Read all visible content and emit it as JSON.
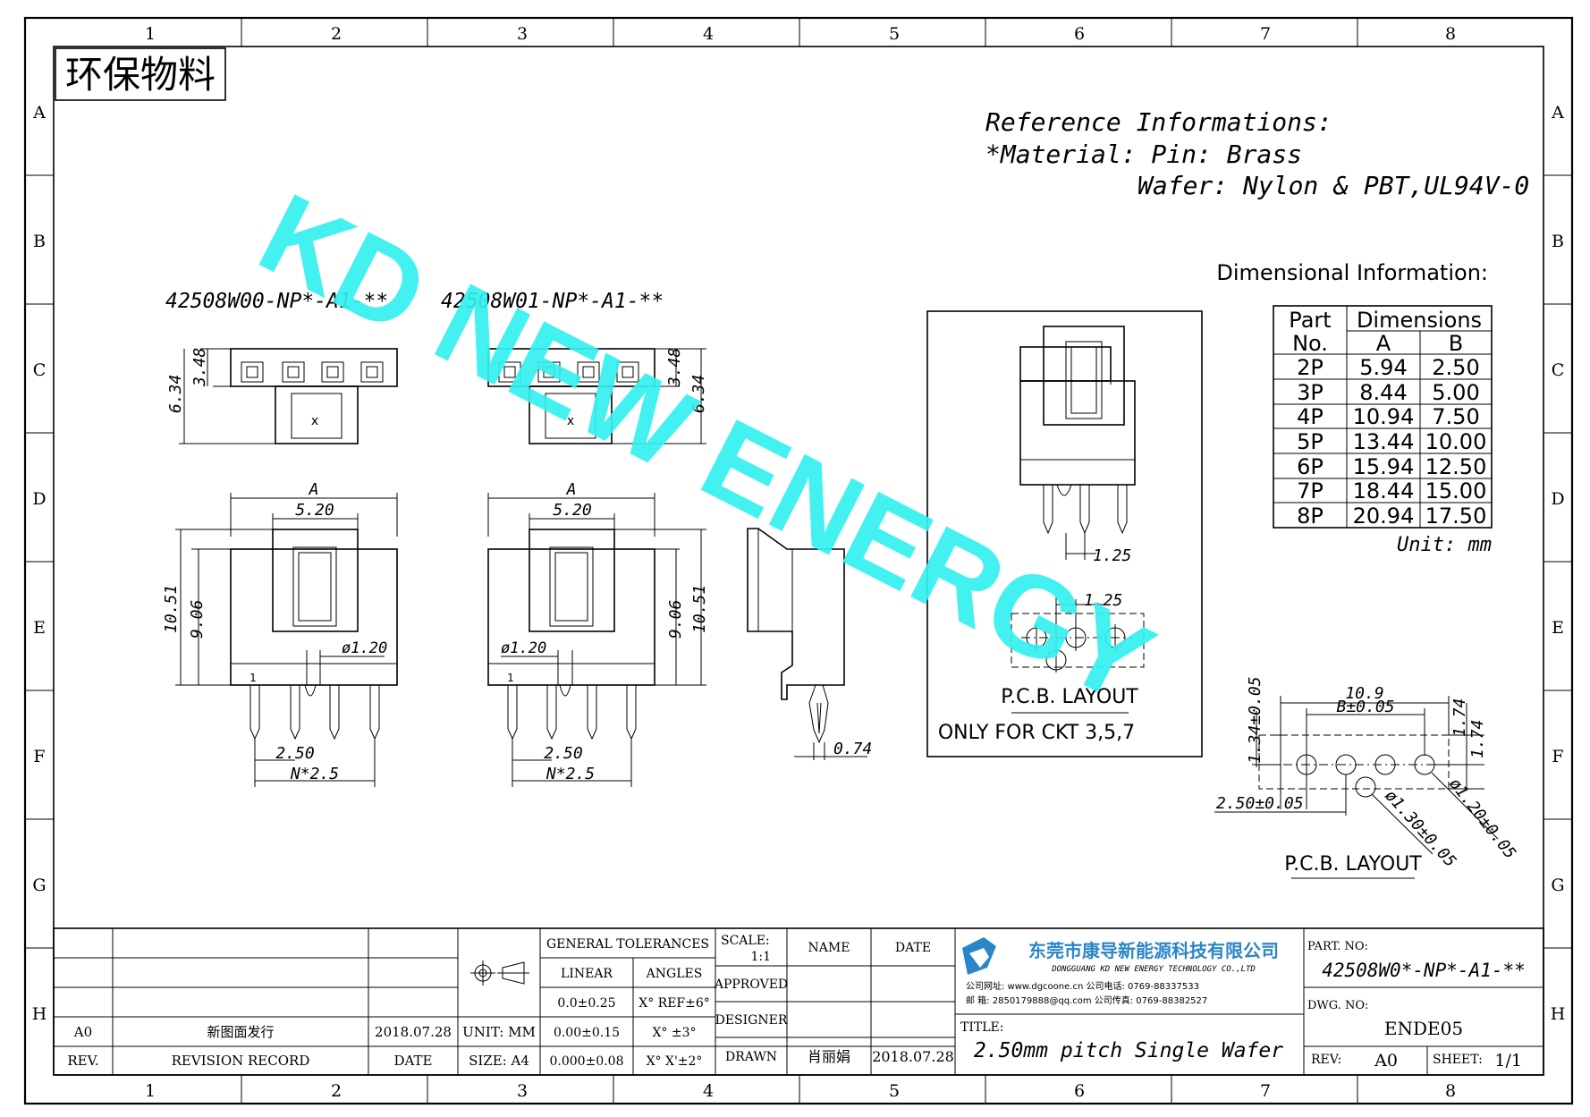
{
  "frame": {
    "columns": [
      "1",
      "2",
      "3",
      "4",
      "5",
      "6",
      "7",
      "8"
    ],
    "rows": [
      "A",
      "B",
      "C",
      "D",
      "E",
      "F",
      "G",
      "H"
    ]
  },
  "eco_label": "环保物料",
  "watermark": "KD NEW ENERGY",
  "reference": {
    "heading": "Reference Informations:",
    "material": "*Material: Pin: Brass",
    "wafer": "Wafer: Nylon & PBT,UL94V-0"
  },
  "dim_info": {
    "heading": "Dimensional Information:",
    "col_part_top": "Part",
    "col_part_bottom": "No.",
    "col_dimensions": "Dimensions",
    "col_a": "A",
    "col_b": "B",
    "rows": [
      {
        "part": "2P",
        "a": "5.94",
        "b": "2.50"
      },
      {
        "part": "3P",
        "a": "8.44",
        "b": "5.00"
      },
      {
        "part": "4P",
        "a": "10.94",
        "b": "7.50"
      },
      {
        "part": "5P",
        "a": "13.44",
        "b": "10.00"
      },
      {
        "part": "6P",
        "a": "15.94",
        "b": "12.50"
      },
      {
        "part": "7P",
        "a": "18.44",
        "b": "15.00"
      },
      {
        "part": "8P",
        "a": "20.94",
        "b": "17.50"
      }
    ],
    "unit": "Unit: mm"
  },
  "views": {
    "part_w00": "42508W00-NP*-A1-**",
    "part_w01": "42508W01-NP*-A1-**",
    "dim_348": "3.48",
    "dim_634": "6.34",
    "mark_x": "x",
    "dim_a": "A",
    "dim_520": "5.20",
    "dim_1051": "10.51",
    "dim_906": "9.06",
    "dim_phi120": "ø1.20",
    "pin_one": "1",
    "dim_250": "2.50",
    "dim_n25": "N*2.5",
    "dim_074": "0.74",
    "dim_125": "1.25"
  },
  "pcb_box": {
    "layout_label": "P.C.B. LAYOUT",
    "note": "ONLY FOR CKT 3,5,7"
  },
  "pcb_right": {
    "dim_109": "10.9",
    "dim_b": "B±0.05",
    "dim_134": "1.34±0.05",
    "dim_174a": "1.74",
    "dim_174b": "1.74",
    "dim_250": "2.50±0.05",
    "dim_phi130": "ø1.30±0.05",
    "dim_phi120": "ø1.20±0.05",
    "layout_label": "P.C.B. LAYOUT"
  },
  "title_block": {
    "general_tolerances": "GENERAL TOLERANCES",
    "linear": "LINEAR",
    "angles": "ANGLES",
    "lin1": "0.0±0.25",
    "lin2": "0.00±0.15",
    "lin3": "0.000±0.08",
    "ang1": "X° REF±6°",
    "ang2": "X° ±3°",
    "ang3": "X° X'±2°",
    "unit": "UNIT: MM",
    "size": "SIZE: A4",
    "scale_label": "SCALE:",
    "scale_value": "1:1",
    "name": "NAME",
    "date": "DATE",
    "approved": "APPROVED",
    "designer": "DESIGNER",
    "drawn": "DRAWN",
    "drawn_name": "肖丽娟",
    "drawn_date": "2018.07.28",
    "rev_code": "A0",
    "rev_desc": "新图面发行",
    "rev_date": "2018.07.28",
    "rev_h": "REV.",
    "record_h": "REVISION RECORD",
    "date_h": "DATE",
    "company_cn": "东莞市康导新能源科技有限公司",
    "company_en": "DONGGUANG KD NEW ENERGY TECHNOLOGY CO.,LTD",
    "contact1": "公司网址: www.dgcoone.cn    公司电话: 0769-88337533",
    "contact2": "邮    箱: 2850179888@qq.com    公司传真: 0769-88382527",
    "title_label": "TITLE:",
    "title": "2.50mm pitch Single Wafer",
    "part_label": "PART. NO:",
    "part_no": "42508W0*-NP*-A1-**",
    "dwg_label": "DWG. NO:",
    "dwg_no": "ENDE05",
    "rev_label": "REV:",
    "rev_value": "A0",
    "sheet_label": "SHEET:",
    "sheet_value": "1/1"
  },
  "colors": {
    "line": "#000000",
    "watermark": "#33f0f0",
    "logo": "#2a86c8"
  }
}
